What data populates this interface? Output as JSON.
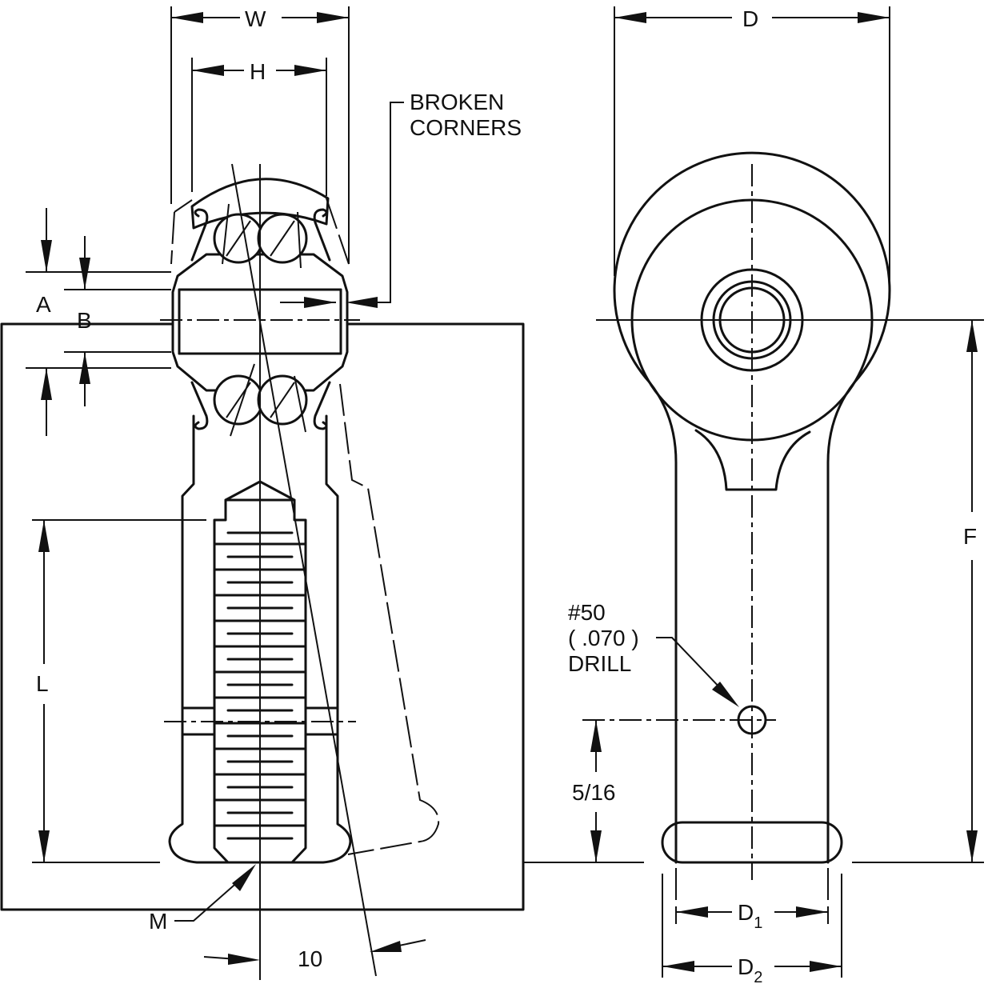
{
  "labels": {
    "W": "W",
    "H": "H",
    "D": "D",
    "A": "A",
    "B": "B",
    "F": "F",
    "L": "L",
    "M": "M",
    "angle": "10",
    "broken_1": "BROKEN",
    "broken_2": "CORNERS",
    "drill_1": "#50",
    "drill_2": "( .070 )",
    "drill_3": "DRILL",
    "dist": "5/16",
    "D1": "D",
    "D1_sub": "1",
    "D2": "D",
    "D2_sub": "2"
  }
}
